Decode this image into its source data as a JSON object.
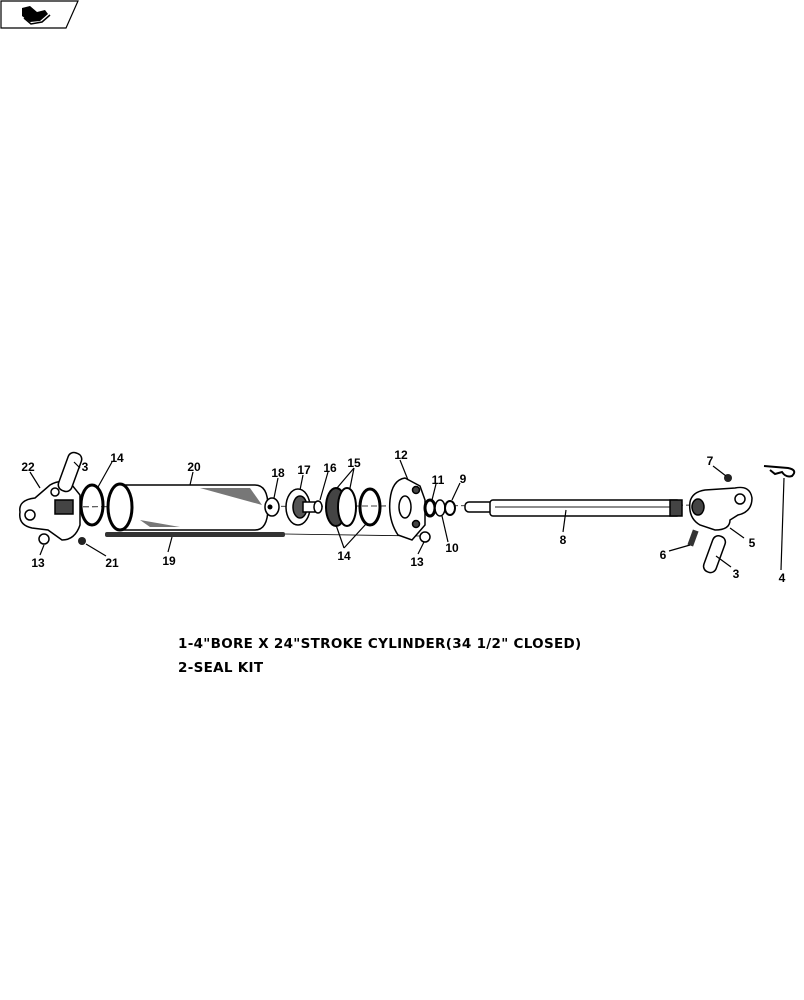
{
  "nav": {
    "icon": "back-to-toc-icon"
  },
  "callouts": {
    "c22": "22",
    "c3a": "3",
    "c14a": "14",
    "c20": "20",
    "c18": "18",
    "c17": "17",
    "c16": "16",
    "c15": "15",
    "c12": "12",
    "c11": "11",
    "c9": "9",
    "c10": "10",
    "c14b": "14",
    "c13a": "13",
    "c21": "21",
    "c19": "19",
    "c13b": "13",
    "c8": "8",
    "c7": "7",
    "c4": "4",
    "c5": "5",
    "c6": "6",
    "c3b": "3"
  },
  "legend": {
    "line1": "1-4\"BORE X 24\"STROKE CYLINDER(34 1/2\" CLOSED)",
    "line2": "2-SEAL KIT"
  }
}
